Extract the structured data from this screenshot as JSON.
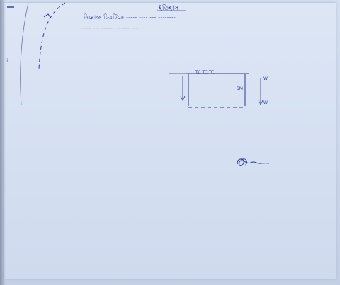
{
  "document": {
    "heading": "ইতিহাস",
    "line1": "নিম্নোক্ত চিত্রটিতে ----- ---- --- --------",
    "line2": "----- --- ------ ------ ---",
    "margin_note": "--",
    "diagram": {
      "top_label": "TC TC  TC",
      "right_label_1": "W",
      "right_label_2": "W",
      "side_label": "SM"
    }
  },
  "colors": {
    "ink": "#2d3b93",
    "paper": "#d8e2f3"
  }
}
